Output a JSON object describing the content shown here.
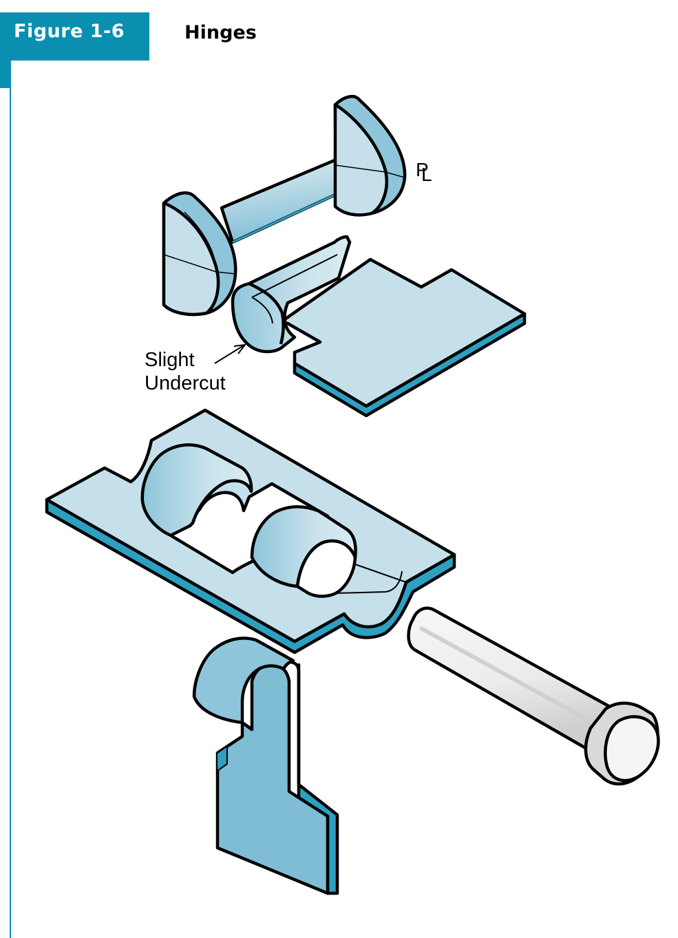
{
  "header": {
    "figure_label": "Figure 1-6",
    "title": "Hinges"
  },
  "callout": {
    "line1": "Slight",
    "line2": "Undercut"
  },
  "parting_line_symbol": {
    "p": "P",
    "l": "L"
  },
  "colors": {
    "accent": "#0a8fb0",
    "part_light": "#c5e0ea",
    "part_mid": "#8ec5da",
    "part_dark": "#2d9fc0",
    "pin_light": "#f2f2f2",
    "pin_shade": "#d9d9d9",
    "outline": "#000000"
  },
  "icons": [
    "mold-core-icon",
    "hinge-leaf-icon",
    "hinge-body-icon",
    "hinge-pin-icon",
    "hinge-hook-icon",
    "leader-arrow-icon"
  ]
}
